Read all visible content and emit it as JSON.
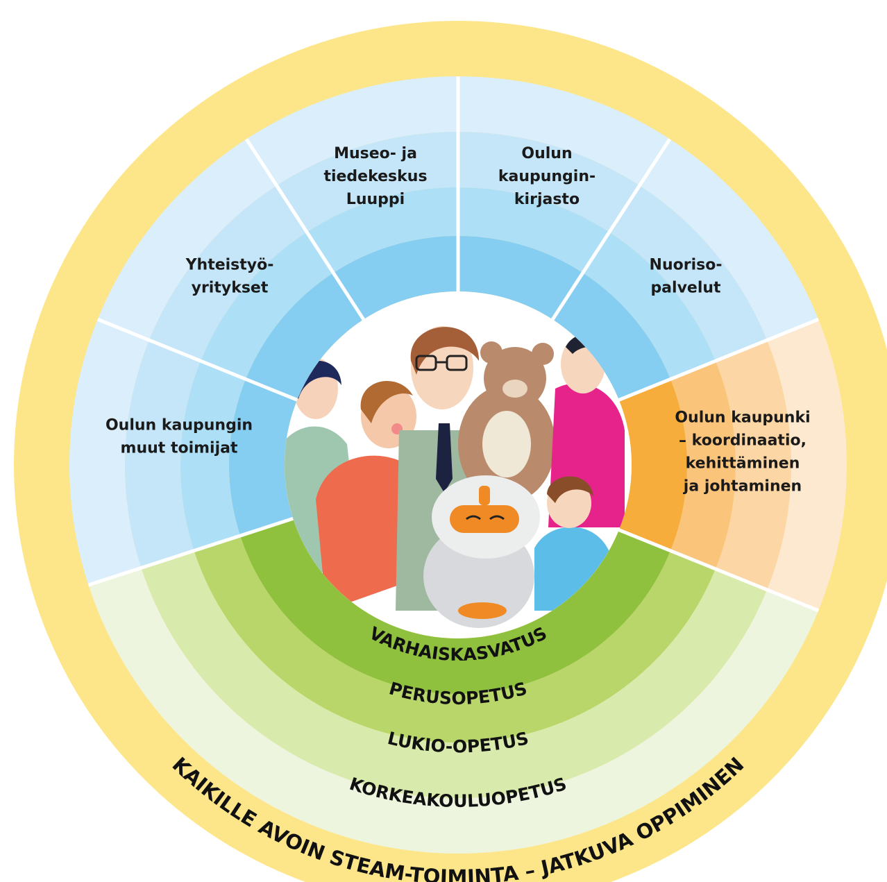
{
  "colors": {
    "outer_ring": "#fde68a",
    "blue_rings": [
      "#dbeefb",
      "#c5e6f9",
      "#ade0f7",
      "#86cdf2"
    ],
    "orange_rings": [
      "#fde9cf",
      "#fcd6a4",
      "#fbc47b",
      "#f6ad3c"
    ],
    "green_rings": [
      "#eef5df",
      "#d9eaad",
      "#b8d66a",
      "#8fc13e"
    ],
    "divider": "#ffffff",
    "center_background": "#ffffff"
  },
  "segments": [
    {
      "id": "muut-toimijat",
      "lines": [
        "Oulun kaupungin",
        "muut toimijat"
      ],
      "theme": "blue"
    },
    {
      "id": "yhteistyoyritykset",
      "lines": [
        "Yhteistyö-",
        "yritykset"
      ],
      "theme": "blue"
    },
    {
      "id": "luuppi",
      "lines": [
        "Museo- ja",
        "tiedekeskus",
        "Luuppi"
      ],
      "theme": "blue"
    },
    {
      "id": "kirjasto",
      "lines": [
        "Oulun",
        "kaupungin-",
        "kirjasto"
      ],
      "theme": "blue"
    },
    {
      "id": "nuorisopalvelut",
      "lines": [
        "Nuoriso-",
        "palvelut"
      ],
      "theme": "blue"
    },
    {
      "id": "koordinaatio",
      "lines": [
        "Oulun kaupunki",
        "– koordinaatio,",
        "kehittäminen",
        "ja johtaminen"
      ],
      "theme": "orange"
    }
  ],
  "education_levels": [
    "VARHAISKASVATUS",
    "PERUSOPETUS",
    "LUKIO-OPETUS",
    "KORKEAKOULUOPETUS"
  ],
  "outer_ring_label": "KAIKILLE AVOIN STEAM-TOIMINTA – JATKUVA OPPIMINEN",
  "center_illustration": {
    "subject": "illustration-group-with-robot",
    "icon": "people-robot-illustration"
  }
}
